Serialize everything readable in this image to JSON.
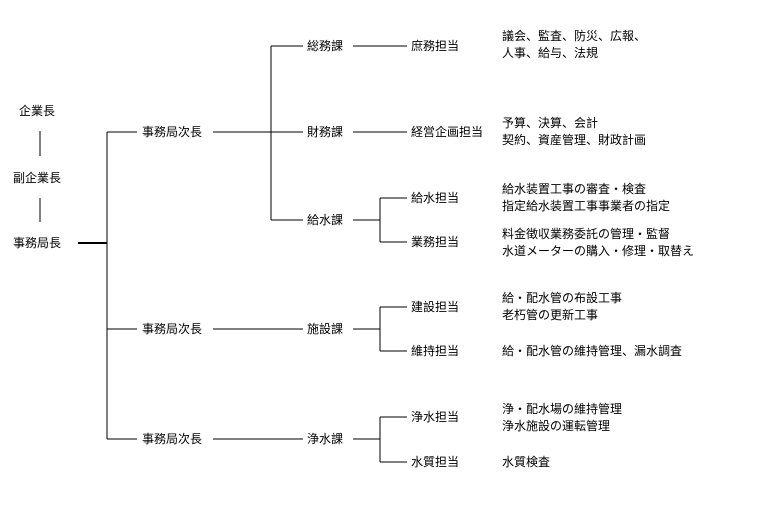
{
  "executives": {
    "manager": "企業長",
    "deputy_manager": "副企業長",
    "secretariat_head": "事務局長"
  },
  "vice_heads": [
    "事務局次長",
    "事務局次長",
    "事務局次長"
  ],
  "divisions": {
    "general_affairs": {
      "name": "総務課",
      "sections": [
        {
          "name": "庶務担当",
          "duties": [
            "議会、監査、防災、広報、",
            "人事、給与、法規"
          ]
        }
      ]
    },
    "finance": {
      "name": "財務課",
      "sections": [
        {
          "name": "経営企画担当",
          "duties": [
            "予算、決算、会計",
            "契約、資産管理、財政計画"
          ]
        }
      ]
    },
    "water_supply": {
      "name": "給水課",
      "sections": [
        {
          "name": "給水担当",
          "duties": [
            "給水装置工事の審査・検査",
            "指定給水装置工事事業者の指定"
          ]
        },
        {
          "name": "業務担当",
          "duties": [
            "料金徴収業務委託の管理・監督",
            "水道メーターの購入・修理・取替え"
          ]
        }
      ]
    },
    "facilities": {
      "name": "施設課",
      "sections": [
        {
          "name": "建設担当",
          "duties": [
            "給・配水管の布設工事",
            "老朽管の更新工事"
          ]
        },
        {
          "name": "維持担当",
          "duties": [
            "給・配水管の維持管理、漏水調査"
          ]
        }
      ]
    },
    "purification": {
      "name": "浄水課",
      "sections": [
        {
          "name": "浄水担当",
          "duties": [
            "浄・配水場の維持管理",
            "浄水施設の運転管理"
          ]
        },
        {
          "name": "水質担当",
          "duties": [
            "水質検査"
          ]
        }
      ]
    }
  }
}
